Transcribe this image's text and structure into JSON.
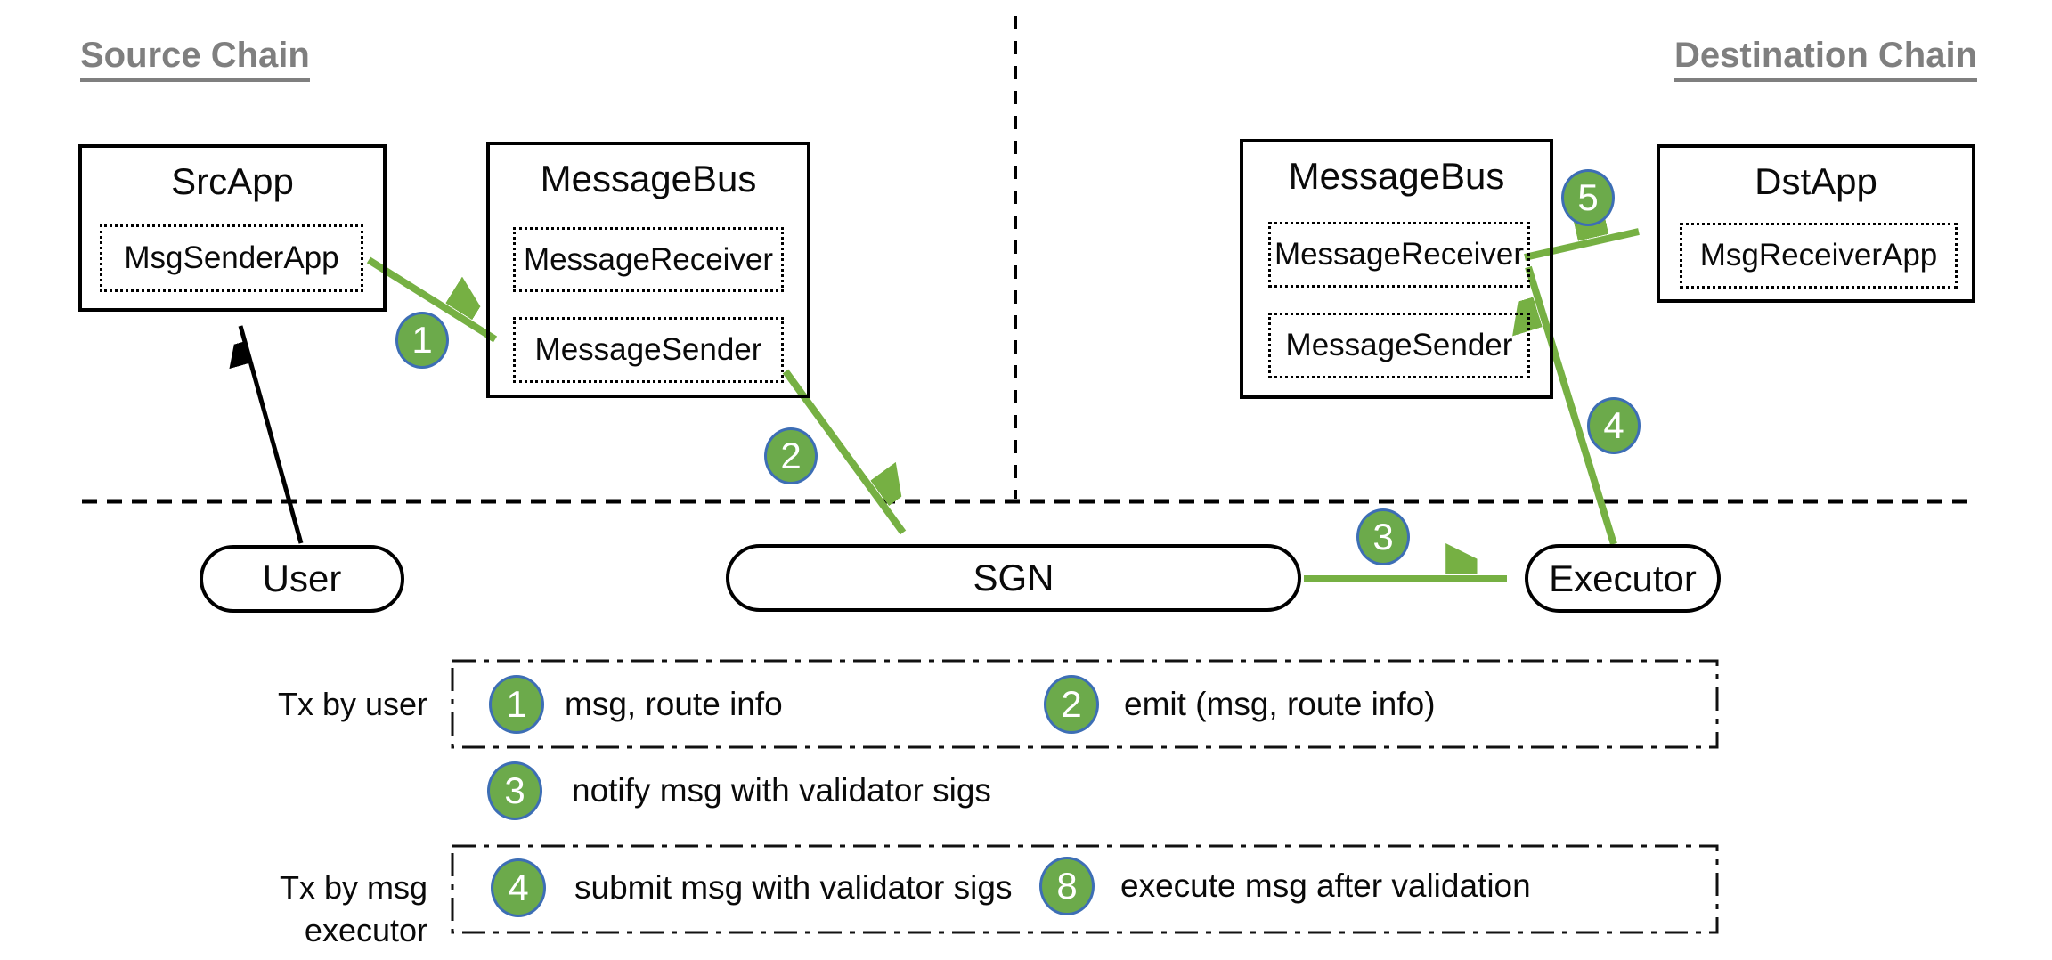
{
  "headings": {
    "source": "Source Chain",
    "destination": "Destination Chain"
  },
  "nodes": {
    "src_app": {
      "title": "SrcApp",
      "inner": "MsgSenderApp"
    },
    "msgbus_src": {
      "title": "MessageBus",
      "receiver": "MessageReceiver",
      "sender": "MessageSender"
    },
    "msgbus_dst": {
      "title": "MessageBus",
      "receiver": "MessageReceiver",
      "sender": "MessageSender"
    },
    "dst_app": {
      "title": "DstApp",
      "inner": "MsgReceiverApp"
    },
    "user": {
      "label": "User"
    },
    "sgn": {
      "label": "SGN"
    },
    "executor": {
      "label": "Executor"
    }
  },
  "steps": {
    "s1": "1",
    "s2": "2",
    "s3": "3",
    "s4": "4",
    "s5": "5"
  },
  "legend": {
    "row1_label": "Tx by user",
    "row2_label": "Tx by msg executor",
    "items": [
      {
        "num": "1",
        "text": "msg, route info"
      },
      {
        "num": "2",
        "text": "emit (msg, route info)"
      },
      {
        "num": "3",
        "text": "notify msg with validator sigs"
      },
      {
        "num": "4",
        "text": "submit msg with validator sigs"
      },
      {
        "num": "8",
        "text": "execute msg after validation"
      }
    ]
  },
  "colors": {
    "arrow_green": "#76b043",
    "circle_fill": "#6caa4b",
    "circle_border": "#3d6eb5",
    "heading_gray": "#7f7f7f",
    "line_black": "#000000"
  }
}
